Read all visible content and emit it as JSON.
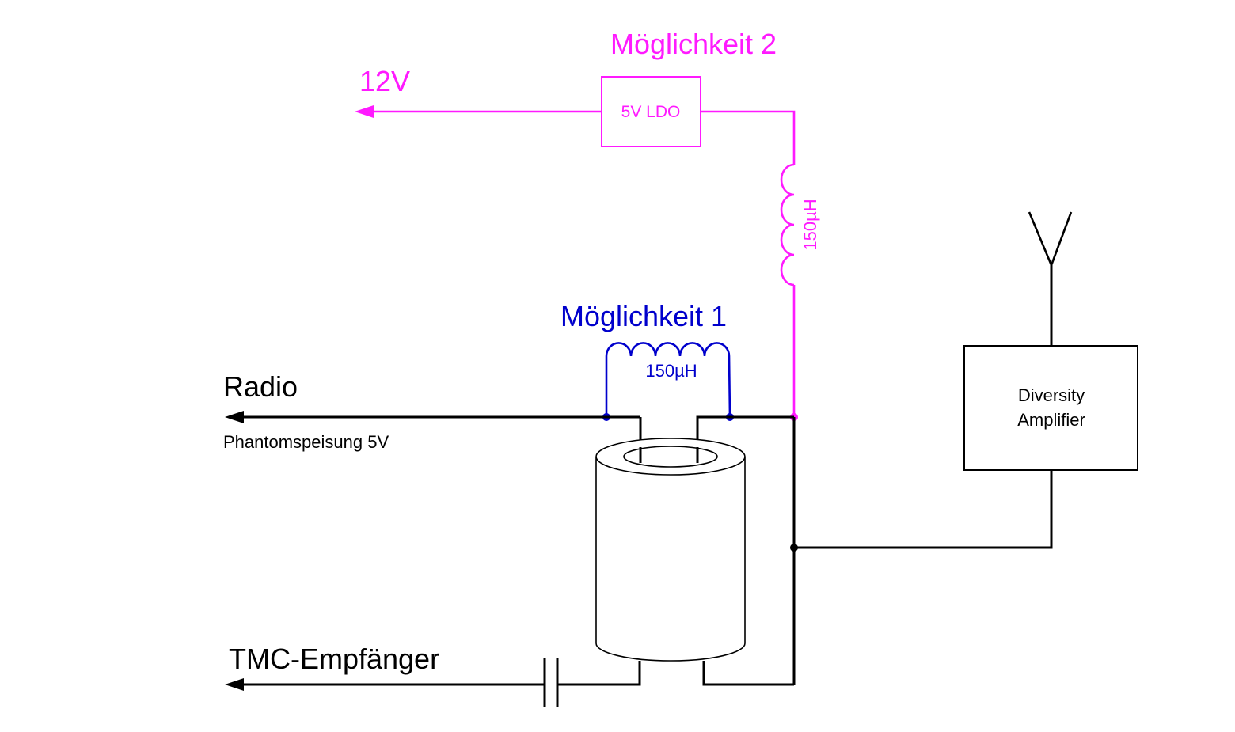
{
  "labels": {
    "option2": "Möglichkeit 2",
    "option1": "Möglichkeit 1",
    "voltage_12v": "12V",
    "ldo": "5V LDO",
    "inductor_vertical": "150µH",
    "inductor_horizontal": "150µH",
    "radio": "Radio",
    "phantom": "Phantomspeisung 5V",
    "amplifier_line1": "Diversity",
    "amplifier_line2": "Amplifier",
    "tmc": "TMC-Empfänger"
  },
  "colors": {
    "option2": "#ff1aff",
    "option1": "#0000cc",
    "wire": "#000000"
  }
}
